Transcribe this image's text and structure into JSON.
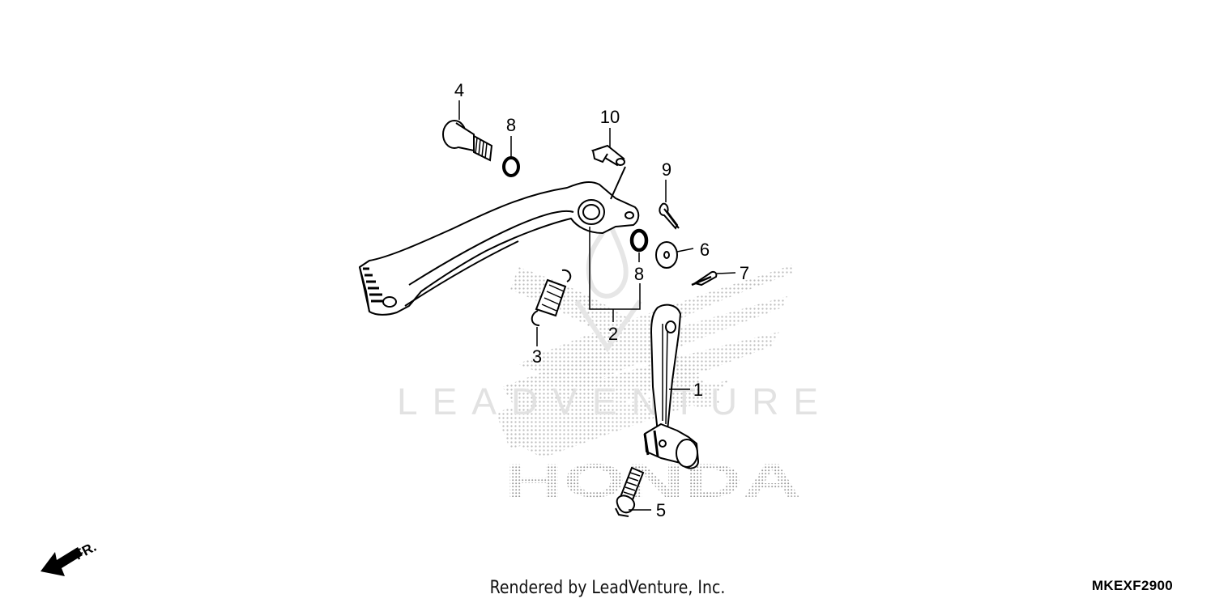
{
  "watermark": {
    "brand_text": "LEADVENTURE",
    "logo_text": "HONDA",
    "wing_color": "#c9c9c9",
    "brand_color": "#e4e4e4"
  },
  "parts": [
    {
      "ref": "1",
      "icon": "kick-starter-arm"
    },
    {
      "ref": "2",
      "icon": "brake-pedal"
    },
    {
      "ref": "3",
      "icon": "return-spring"
    },
    {
      "ref": "4",
      "icon": "pivot-bolt"
    },
    {
      "ref": "5",
      "icon": "flange-bolt"
    },
    {
      "ref": "6",
      "icon": "washer"
    },
    {
      "ref": "7",
      "icon": "cotter-pin"
    },
    {
      "ref": "8",
      "icon": "dust-seal"
    },
    {
      "ref": "9",
      "icon": "cotter-pin"
    },
    {
      "ref": "10",
      "icon": "pin"
    }
  ],
  "direction_label": "FR.",
  "footer": {
    "rendered_by": "Rendered by LeadVenture, Inc.",
    "diagram_code": "MKEXF2900"
  }
}
